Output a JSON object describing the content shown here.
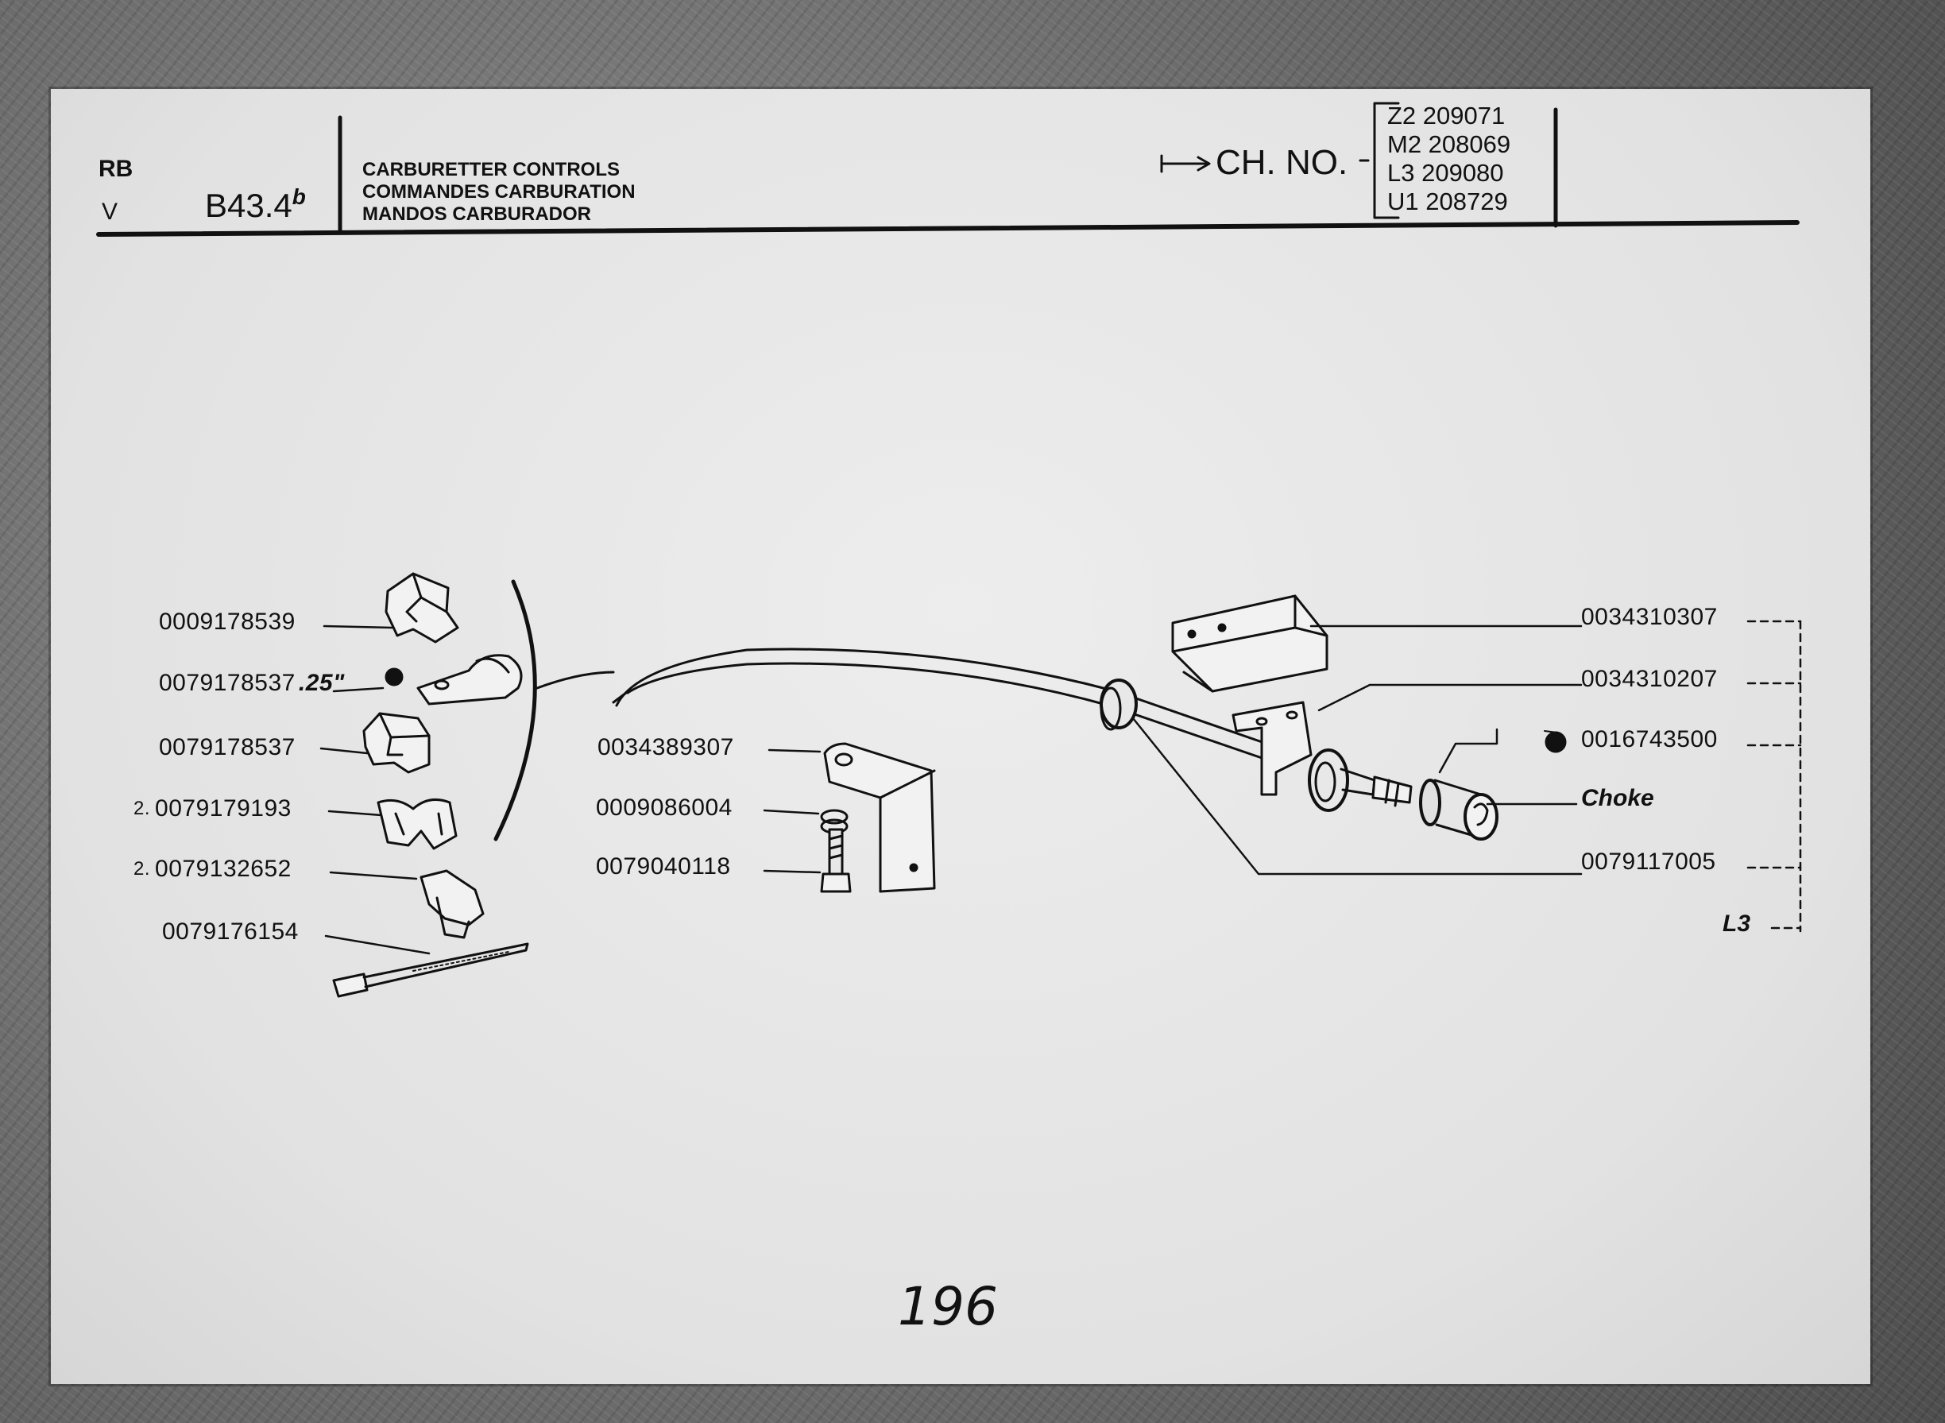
{
  "header": {
    "make_code": "RB",
    "version_code": "V",
    "plate_ref": "B43.4",
    "plate_suffix": "b",
    "titles": [
      "CARBURETTER CONTROLS",
      "COMMANDES CARBURATION",
      "MANDOS CARBURADOR"
    ],
    "chassis_label": "CH. NO.",
    "chassis_numbers": [
      "Z2 209071",
      "M2 208069",
      "L3 209080",
      "U1 208729"
    ]
  },
  "parts_left": [
    {
      "part": "0009178539",
      "qty": "",
      "note": ""
    },
    {
      "part": "0079178537",
      "qty": "",
      "note": ".25\""
    },
    {
      "part": "0079178537",
      "qty": "",
      "note": ""
    },
    {
      "part": "0079179193",
      "qty": "2.",
      "note": ""
    },
    {
      "part": "0079132652",
      "qty": "2.",
      "note": ""
    },
    {
      "part": "0079176154",
      "qty": "",
      "note": ""
    }
  ],
  "parts_center": [
    {
      "part": "0034389307"
    },
    {
      "part": "0009086004"
    },
    {
      "part": "0079040118"
    }
  ],
  "parts_right": [
    {
      "part": "0034310307"
    },
    {
      "part": "0034310207"
    },
    {
      "part": "0016743500"
    },
    {
      "part": "Choke"
    },
    {
      "part": "0079117005"
    },
    {
      "part": "L3"
    }
  ],
  "page_number": "196",
  "icons": {
    "finish_marker": "black-dot-icon"
  }
}
